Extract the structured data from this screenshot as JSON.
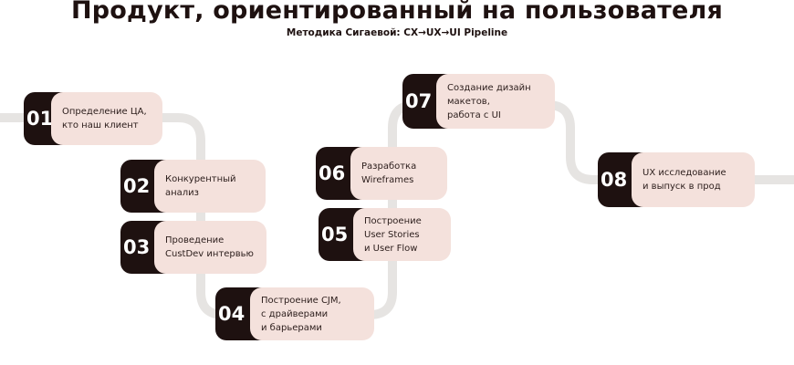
{
  "header": {
    "title": "Продукт, ориентированный на пользователя",
    "subtitle": "Методика Сигаевой: CX→UX→UI Pipeline"
  },
  "colors": {
    "dark": "#1e1110",
    "card": "#f4e1dc",
    "path": "#e6e4e2"
  },
  "steps": [
    {
      "number": "01",
      "text": "Определение ЦА,\nкто наш клиент"
    },
    {
      "number": "02",
      "text": "Конкурентный\nанализ"
    },
    {
      "number": "03",
      "text": "Проведение\nCustDev интервью"
    },
    {
      "number": "04",
      "text": "Построение CJM,\nс драйверами\nи барьерами"
    },
    {
      "number": "05",
      "text": "Построение\nUser Stories\nи User Flow"
    },
    {
      "number": "06",
      "text": "Разработка\nWireframes"
    },
    {
      "number": "07",
      "text": "Создание дизайн\nмакетов,\nработа с UI"
    },
    {
      "number": "08",
      "text": "UX исследование\nи выпуск в прод"
    }
  ]
}
